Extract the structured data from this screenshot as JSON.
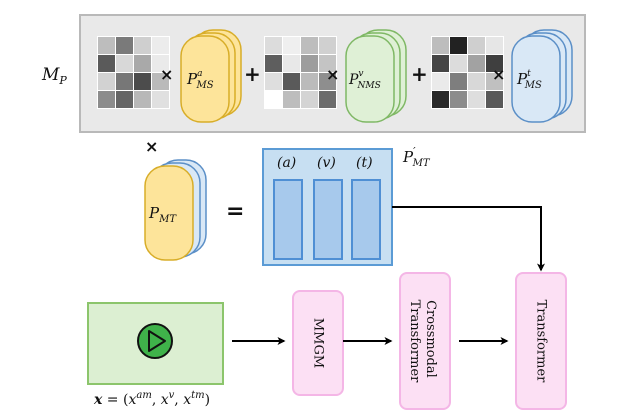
{
  "colors": {
    "panel_bg": "#e9e9e9",
    "panel_border": "#b9b9b9",
    "prompt_a_fill": "#fde49a",
    "prompt_a_stroke": "#d8ad28",
    "prompt_v_fill": "#dff0d6",
    "prompt_v_stroke": "#7fb865",
    "prompt_t_fill": "#d9e8f6",
    "prompt_t_stroke": "#5b8fc7",
    "mt_box_fill": "#c7dff2",
    "mt_box_stroke": "#5b9bd5",
    "mt_col_fill": "#a7c9ec",
    "mt_col_stroke": "#4f8fd4",
    "pink_fill": "#fce0f4",
    "pink_stroke": "#f4b6e6",
    "input_fill": "#dcefd2",
    "input_stroke": "#8cc56c",
    "play_fill": "#3fb24a",
    "grid_gap": "#ffffff"
  },
  "labels": {
    "m_p": "M",
    "m_p_sub": "P",
    "p_ms_a_main": "P",
    "p_ms_a_sup": "a",
    "p_ms_a_sub": "MS",
    "p_nms_v_main": "P",
    "p_nms_v_sup": "v",
    "p_nms_v_sub": "NMS",
    "p_ms_t_main": "P",
    "p_ms_t_sup": "t",
    "p_ms_t_sub": "MS",
    "p_mt_main": "P",
    "p_mt_sub": "MT",
    "p_mt_prime_main": "P",
    "p_mt_prime_sup": "′",
    "p_mt_prime_sub": "MT",
    "col_a": "(a)",
    "col_v": "(v)",
    "col_t": "(t)",
    "times": "×",
    "plus": "+",
    "equals": "=",
    "mmgm": "MMGM",
    "crossmodal_line1": "Crossmodal",
    "crossmodal_line2": "Transformer",
    "transformer": "Transformer",
    "input_x": "x",
    "input_eq": " = (",
    "input_xam": "x",
    "input_am": "am",
    "input_comma1": ", ",
    "input_xv": "x",
    "input_v": "v",
    "input_comma2": ", ",
    "input_xtm": "x",
    "input_tm": "tm",
    "input_close": ")"
  },
  "icons": {
    "play": "play-icon",
    "arrow": "arrow-right-icon"
  },
  "grids": [
    {
      "name": "mask-grid-1",
      "cells": [
        "#bdbdbd",
        "#7a7a7a",
        "#cfcfcf",
        "#ececec",
        "#5a5a5a",
        "#d8d8d8",
        "#a9a9a9",
        "#eaeaea",
        "#d2d2d2",
        "#777777",
        "#4c4c4c",
        "#bababa",
        "#8c8c8c",
        "#656565",
        "#b8b8b8",
        "#e0e0e0"
      ]
    },
    {
      "name": "mask-grid-2",
      "cells": [
        "#dcdcdc",
        "#efefef",
        "#bdbdbd",
        "#d0d0d0",
        "#5e5e5e",
        "#e8e8e8",
        "#9d9d9d",
        "#c4c4c4",
        "#dedede",
        "#5a5a5a",
        "#bbbbbb",
        "#8e8e8e",
        "#ffffff",
        "#bdbdbd",
        "#d4d4d4",
        "#6c6c6c"
      ]
    },
    {
      "name": "mask-grid-3",
      "cells": [
        "#bdbdbd",
        "#222222",
        "#cfcfcf",
        "#e6e6e6",
        "#454545",
        "#dcdcdc",
        "#a2a2a2",
        "#3f3f3f",
        "#eaeaea",
        "#7e7e7e",
        "#d8d8d8",
        "#c0c0c0",
        "#2a2a2a",
        "#8c8c8c",
        "#dedede",
        "#595959"
      ]
    }
  ]
}
